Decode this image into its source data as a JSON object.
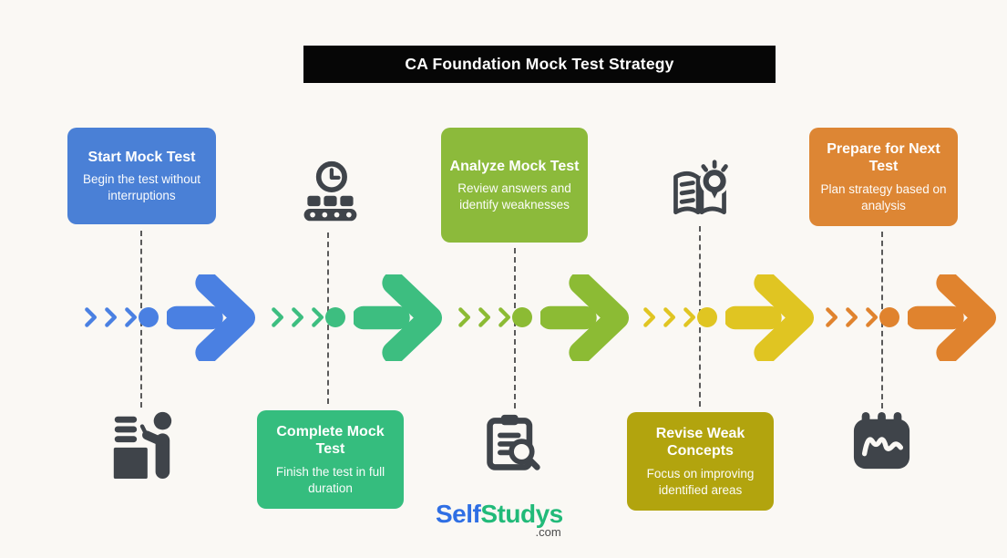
{
  "background_color": "#FAF8F4",
  "banner": {
    "text": "CA Foundation Mock Test Strategy",
    "bg_color": "#060606",
    "text_color": "#FFFFFF"
  },
  "steps": [
    {
      "heading": "Start Mock Test",
      "body": "Begin the test without interruptions",
      "box_color": "#4A80D6",
      "arrow_color": "#4A80E2",
      "box_position": "top",
      "icon": "person-writing-at-desk"
    },
    {
      "heading": "Complete Mock Test",
      "body": "Finish the test in full duration",
      "box_color": "#35BD7E",
      "arrow_color": "#3DBE80",
      "box_position": "bottom",
      "icon": "clock-over-conveyor-queue"
    },
    {
      "heading": "Analyze Mock Test",
      "body": "Review answers and identify weaknesses",
      "box_color": "#8CBA3B",
      "arrow_color": "#8CBB34",
      "box_position": "top",
      "icon": "clipboard-with-magnifier"
    },
    {
      "heading": "Revise Weak Concepts",
      "body": "Focus on improving identified areas",
      "box_color": "#B2A40E",
      "arrow_color": "#E0C522",
      "box_position": "bottom",
      "icon": "open-book-with-idea-bulb"
    },
    {
      "heading": "Prepare for Next Test",
      "body": "Plan strategy based on analysis",
      "box_color": "#DD8634",
      "arrow_color": "#E0832E",
      "box_position": "top",
      "icon": "calendar-with-signature"
    }
  ],
  "icon_color": "#3F444A",
  "dashed_line_color": "#5A5A5A",
  "logo": {
    "part1": "Self",
    "part2": "Studys",
    "suffix": ".com",
    "part1_color": "#2F6FE4",
    "part2_color": "#21BA79",
    "suffix_color": "#4A4A4A"
  }
}
